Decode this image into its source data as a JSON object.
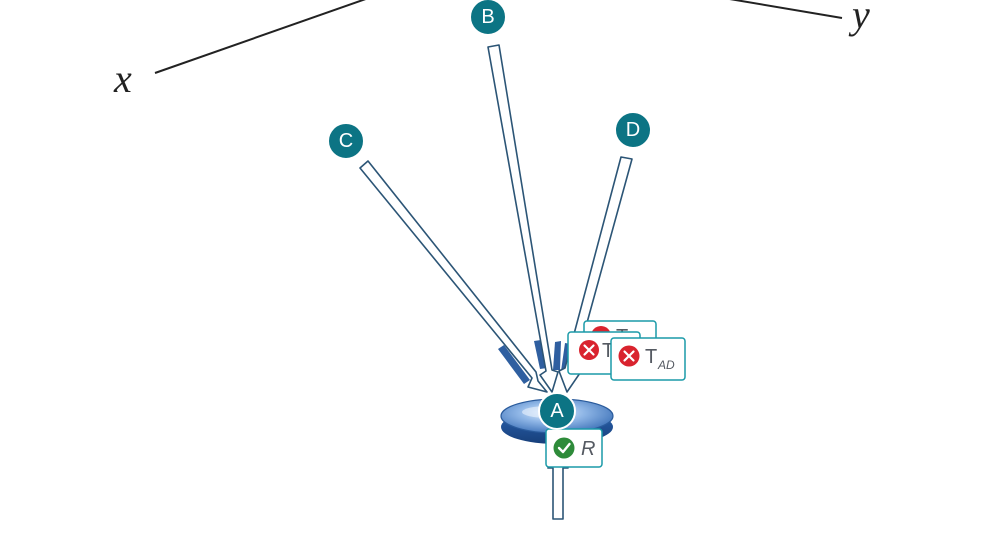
{
  "axes": {
    "x_label": "x",
    "y_label": "y"
  },
  "markers": {
    "a": "A",
    "b": "B",
    "c": "C",
    "d": "D"
  },
  "tags": [
    {
      "text": "T",
      "sub": "",
      "status": "incorrect"
    },
    {
      "text": "T",
      "sub": "",
      "status": "incorrect"
    },
    {
      "text": "T",
      "sub": "AD",
      "status": "incorrect"
    },
    {
      "text": "R",
      "sub": "",
      "status": "correct"
    }
  ],
  "colors": {
    "marker_fill": "#0c7484",
    "tag_border": "#1a9aa8",
    "incorrect": "#d9232e",
    "correct": "#2e8b3a",
    "arrow_stroke": "#2c5576",
    "disk_light": "#9fc3ea",
    "disk_dark": "#2f69b5"
  },
  "icons": {
    "incorrect": "x-circle-icon",
    "correct": "check-circle-icon"
  }
}
